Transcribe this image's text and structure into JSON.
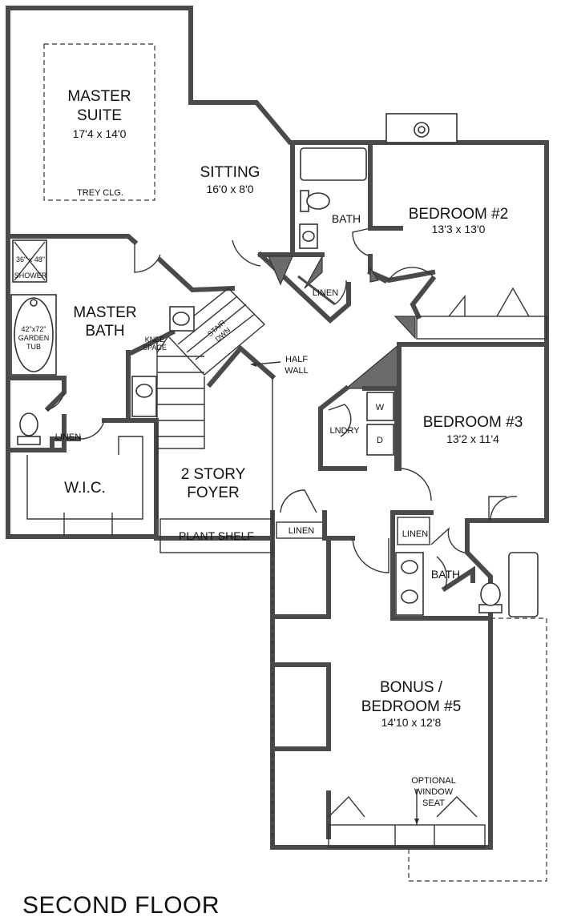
{
  "plan": {
    "title": "SECOND FLOOR",
    "rooms": {
      "master_suite": {
        "name_line1": "MASTER",
        "name_line2": "SUITE",
        "dims": "17'4 x 14'0",
        "ceiling_note": "TREY CLG."
      },
      "sitting": {
        "name": "SITTING",
        "dims": "16'0 x 8'0"
      },
      "bath_upper": {
        "name": "BATH"
      },
      "bedroom2": {
        "name": "BEDROOM #2",
        "dims": "13'3 x 13'0"
      },
      "master_bath": {
        "name_line1": "MASTER",
        "name_line2": "BATH"
      },
      "shower": {
        "size": "36\" x 48\"",
        "name": "SHOWER"
      },
      "tub": {
        "size": "42\"x72\"",
        "line2": "GARDEN",
        "line3": "TUB"
      },
      "knee_space": {
        "line1": "KNEE",
        "line2": "SPACE"
      },
      "stair": {
        "line1": "STAIR",
        "line2": "DWN"
      },
      "half_wall": {
        "line1": "HALF",
        "line2": "WALL"
      },
      "linen_upper": "LINEN",
      "linen_master": "LINEN",
      "linen_foyer": "LINEN",
      "linen_bath": "LINEN",
      "laundry": {
        "name": "LNDRY",
        "washer": "W",
        "dryer": "D"
      },
      "bedroom3": {
        "name": "BEDROOM #3",
        "dims": "13'2 x 11'4"
      },
      "wic": {
        "name": "W.I.C."
      },
      "foyer": {
        "name_line1": "2 STORY",
        "name_line2": "FOYER"
      },
      "plant_shelf": {
        "name": "PLANT SHELF"
      },
      "bath_lower": {
        "name": "BATH"
      },
      "bonus": {
        "name_line1": "BONUS /",
        "name_line2": "BEDROOM #5",
        "dims": "14'10 x 12'8"
      },
      "window_seat": {
        "line1": "OPTIONAL",
        "line2": "WINDOW",
        "line3": "SEAT"
      }
    }
  }
}
